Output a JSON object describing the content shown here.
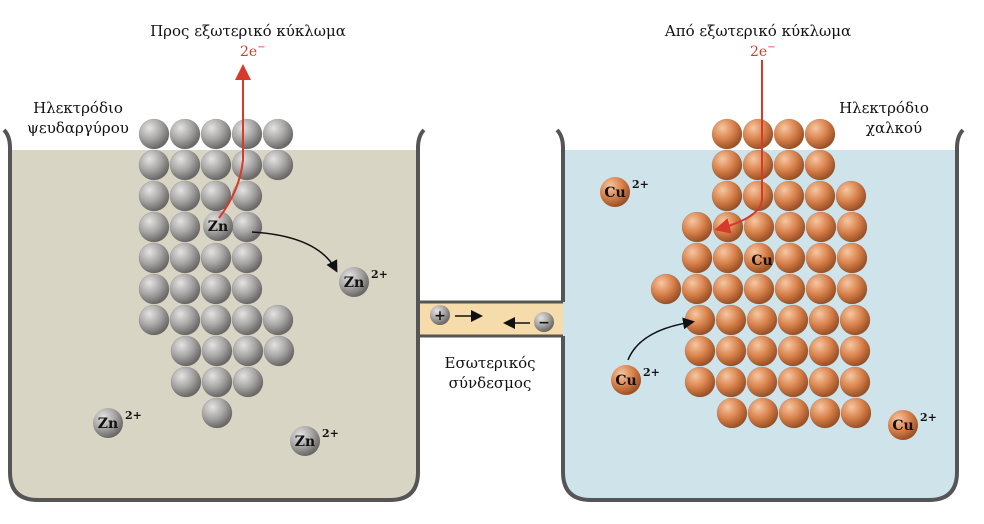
{
  "left_cell": {
    "top_label": "Προς εξωτερικό κύκλωμα",
    "electron_label": "2e",
    "electron_sup": "−",
    "electrode_label_line1": "Ηλεκτρόδιο",
    "electrode_label_line2": "ψευδαργύρου",
    "atom_symbol": "Zn",
    "ion_symbol": "Zn",
    "ion_charge": "2+",
    "solution_color": "#d8d5c4",
    "atom_color": "#a6a3a3"
  },
  "right_cell": {
    "top_label": "Από εξωτερικό κύκλωμα",
    "electron_label": "2e",
    "electron_sup": "−",
    "electrode_label_line1": "Ηλεκτρόδιο",
    "electrode_label_line2": "χαλκού",
    "atom_symbol": "Cu",
    "ion_symbol": "Cu",
    "ion_charge": "2+",
    "solution_color": "#cfe4ea",
    "atom_color": "#d9824c"
  },
  "salt_bridge": {
    "label_line1": "Εσωτερικός",
    "label_line2": "σύνδεσμος",
    "plus_sign": "+",
    "minus_sign": "−",
    "color": "#f5dcaa"
  },
  "arrow_color": "#d63a2a"
}
